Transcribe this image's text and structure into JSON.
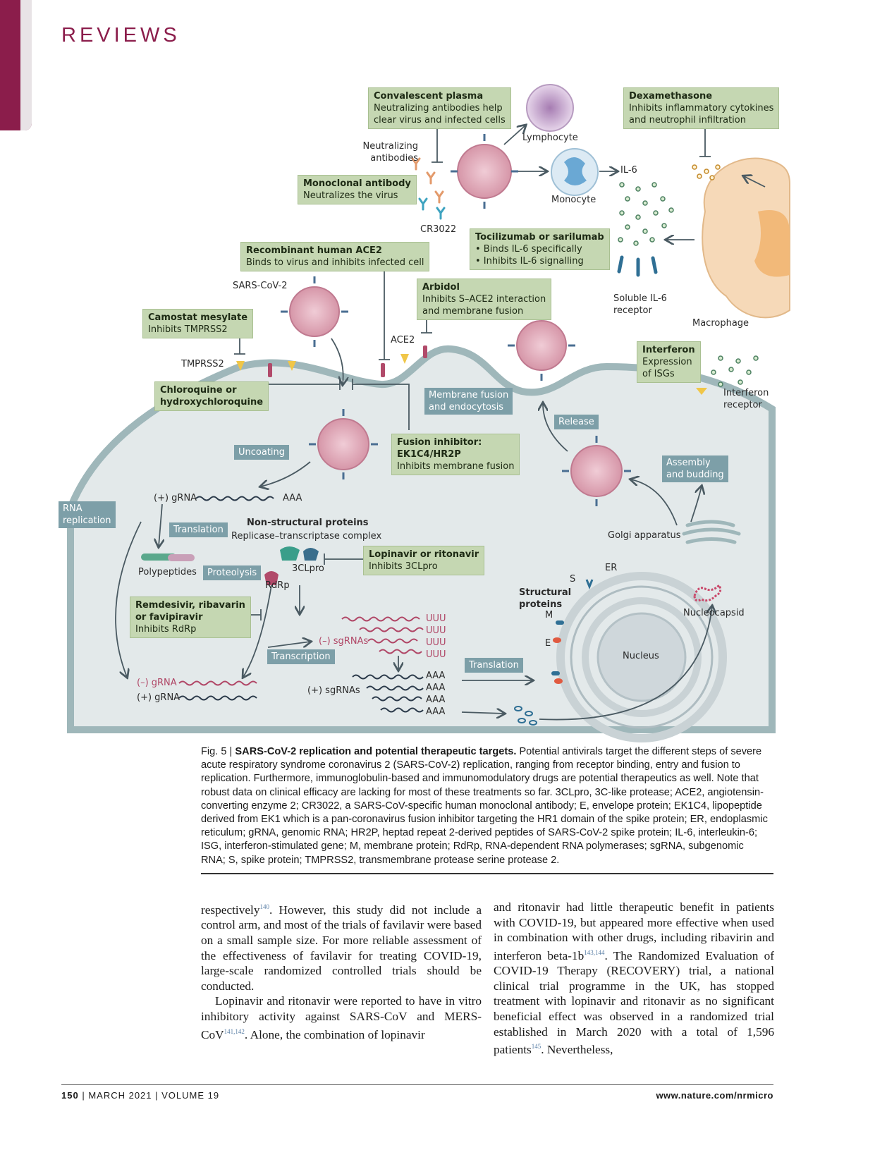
{
  "header": {
    "section": "REVIEWS"
  },
  "figure": {
    "boxes": {
      "convalescent": {
        "title": "Convalescent plasma",
        "line1": "Neutralizing antibodies help",
        "line2": "clear virus and infected cells"
      },
      "dexamethasone": {
        "title": "Dexamethasone",
        "line1": "Inhibits inflammatory cytokines",
        "line2": "and neutrophil infiltration"
      },
      "monoclonal": {
        "title": "Monoclonal antibody",
        "line1": "Neutralizes the virus"
      },
      "tocilizumab": {
        "title": "Tocilizumab or sarilumab",
        "line1": "• Binds IL-6 specifically",
        "line2": "• Inhibits IL-6 signalling"
      },
      "ace2_recomb": {
        "title": "Recombinant human ACE2",
        "line1": "Binds to virus and inhibits infected cell"
      },
      "arbidol": {
        "title": "Arbidol",
        "line1": "Inhibits S–ACE2 interaction",
        "line2": "and membrane fusion"
      },
      "camostat": {
        "title": "Camostat mesylate",
        "line1": "Inhibits TMPRSS2"
      },
      "interferon": {
        "title": "Interferon",
        "line1": "Expression",
        "line2": "of ISGs"
      },
      "chloroquine": {
        "title1": "Chloroquine or",
        "title2": "hydroxychloroquine"
      },
      "fusion": {
        "title1": "Fusion inhibitor:",
        "title2": "EK1C4/HR2P",
        "line1": "Inhibits membrane fusion"
      },
      "lopinavir": {
        "title": "Lopinavir or ritonavir",
        "line1": "Inhibits 3CLpro"
      },
      "remdesivir": {
        "title1": "Remdesivir, ribavarin",
        "title2": "or favipiravir",
        "line1": "Inhibits RdRp"
      }
    },
    "steps": {
      "membrane_fusion": [
        "Membrane fusion",
        "and endocytosis"
      ],
      "release": "Release",
      "uncoating": "Uncoating",
      "assembly": [
        "Assembly",
        "and budding"
      ],
      "rna_replication": [
        "RNA",
        "replication"
      ],
      "translation1": "Translation",
      "proteolysis": "Proteolysis",
      "transcription": "Transcription",
      "translation2": "Translation"
    },
    "labels": {
      "neutralizing": [
        "Neutralizing",
        "antibodies"
      ],
      "lymphocyte": "Lymphocyte",
      "monocyte": "Monocyte",
      "il6": "IL-6",
      "cr3022": "CR3022",
      "soluble_il6": [
        "Soluble IL-6",
        "receptor"
      ],
      "macrophage": "Macrophage",
      "sarscov2": "SARS-CoV-2",
      "ace2": "ACE2",
      "tmprss2": "TMPRSS2",
      "ifn_receptor": [
        "Interferon",
        "receptor"
      ],
      "grna_plus": "(+) gRNA",
      "aaa": "AAA",
      "nsp_title": "Non-structural proteins",
      "nsp_sub": "Replicase–transcriptase complex",
      "polypeptides": "Polypeptides",
      "clpro": "3CLpro",
      "rdrp": "RdRp",
      "golgi": "Golgi apparatus",
      "er": "ER",
      "s": "S",
      "structural": [
        "Structural",
        "proteins"
      ],
      "m": "M",
      "e": "E",
      "nucleocapsid": "Nucleocapsid",
      "nucleus": "Nucleus",
      "uuu": [
        "UUU",
        "UUU",
        "UUU",
        "UUU"
      ],
      "sgrnas_minus": "(–) sgRNAs",
      "sgrnas_plus": "(+) sgRNAs",
      "aaa_list": [
        "AAA",
        "AAA",
        "AAA",
        "AAA"
      ],
      "grna_minus_bottom": "(–) gRNA",
      "grna_plus_bottom": "(+) gRNA"
    }
  },
  "caption": {
    "fig": "Fig. 5 |",
    "title": "SARS-CoV-2 replication and potential therapeutic targets.",
    "text": "Potential antivirals target the different steps of severe acute respiratory syndrome coronavirus 2 (SARS-CoV-2) replication, ranging from receptor binding, entry and fusion to replication. Furthermore, immunoglobulin-based and immunomodulatory drugs are potential therapeutics as well. Note that robust data on clinical efficacy are lacking for most of these treatments so far. 3CLpro, 3C-like protease; ACE2, angiotensin-converting enzyme 2; CR3022, a SARS-CoV-specific human monoclonal antibody; E, envelope protein; EK1C4, lipopeptide derived from EK1 which is a pan-coronavirus fusion inhibitor targeting the HR1 domain of the spike protein; ER, endoplasmic reticulum; gRNA, genomic RNA; HR2P, heptad repeat 2-derived peptides of SARS-CoV-2 spike protein; IL-6, interleukin-6; ISG, interferon-stimulated gene; M, membrane protein; RdRp, RNA-dependent RNA polymerases; sgRNA, subgenomic RNA; S, spike protein; TMPRSS2, transmembrane protease serine protease 2."
  },
  "body": {
    "left_p1": {
      "a": "respectively",
      "ref": "140",
      "b": ". However, this study did not include a control arm, and most of the trials of favilavir were based on a small sample size. For more reliable assessment of the effectiveness of favilavir for treating COVID-19, large-scale randomized controlled trials should be conducted."
    },
    "left_p2": {
      "a": "Lopinavir and ritonavir were reported to have in vitro inhibitory activity against SARS-CoV and MERS-CoV",
      "ref": "141,142",
      "b": ". Alone, the combination of lopinavir"
    },
    "right_p1": {
      "a": "and ritonavir had little therapeutic benefit in patients with COVID-19, but appeared more effective when used in combination with other drugs, including ribavirin and interferon beta-1b",
      "ref1": "143,144",
      "b": ". The Randomized Evaluation of COVID-19 Therapy (RECOVERY) trial, a national clinical trial programme in the UK, has stopped treatment with lopinavir and ritonavir as no significant beneficial effect was observed in a randomized trial established in March 2020 with a total of 1,596 patients",
      "ref2": "145",
      "c": ". Nevertheless,"
    }
  },
  "footer": {
    "page": "150",
    "issue": "| MARCH 2021 | VOLUME 19",
    "url": "www.nature.com/nrmicro"
  },
  "colors": {
    "brand": "#8b1d4b",
    "drug_box": "#c5d7b2",
    "step_box": "#7d9fa8",
    "cell": "#e3e9ea",
    "membrane": "#9fb7ba",
    "virus": "#d9a4b2",
    "rna": "#b04666"
  }
}
